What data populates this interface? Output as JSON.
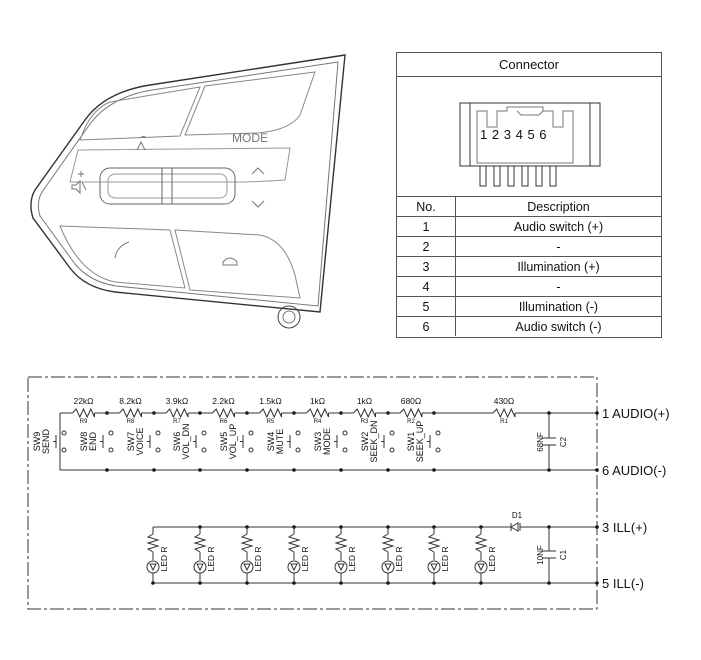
{
  "switch_panel": {
    "labels": {
      "mode": "MODE"
    },
    "icons": [
      "voice-icon",
      "volume-up-icon",
      "mute-icon",
      "seek-up-icon",
      "seek-down-icon",
      "call-send-icon",
      "call-end-icon"
    ]
  },
  "connector": {
    "title": "Connector",
    "pin_numbers": [
      "1",
      "2",
      "3",
      "4",
      "5",
      "6"
    ],
    "table": {
      "headers": [
        "No.",
        "Description"
      ],
      "rows": [
        {
          "no": "1",
          "description": "Audio switch (+)"
        },
        {
          "no": "2",
          "description": "-"
        },
        {
          "no": "3",
          "description": "Illumination (+)"
        },
        {
          "no": "4",
          "description": "-"
        },
        {
          "no": "5",
          "description": "Illumination (-)"
        },
        {
          "no": "6",
          "description": "Audio switch (-)"
        }
      ]
    }
  },
  "schematic": {
    "resistors": [
      {
        "ref": "R9",
        "value": "22kΩ"
      },
      {
        "ref": "R8",
        "value": "8.2kΩ"
      },
      {
        "ref": "R7",
        "value": "3.9kΩ"
      },
      {
        "ref": "R6",
        "value": "2.2kΩ"
      },
      {
        "ref": "R5",
        "value": "1.5kΩ"
      },
      {
        "ref": "R4",
        "value": "1kΩ"
      },
      {
        "ref": "R3",
        "value": "1kΩ"
      },
      {
        "ref": "R2",
        "value": "680Ω"
      },
      {
        "ref": "R1",
        "value": "430Ω"
      }
    ],
    "switches": [
      {
        "ref": "SW9",
        "name": "SEND"
      },
      {
        "ref": "SW8",
        "name": "END"
      },
      {
        "ref": "SW7",
        "name": "VOICE"
      },
      {
        "ref": "SW6",
        "name": "VOL_DN"
      },
      {
        "ref": "SW5",
        "name": "VOL_UP"
      },
      {
        "ref": "SW4",
        "name": "MUTE"
      },
      {
        "ref": "SW3",
        "name": "MODE"
      },
      {
        "ref": "SW2",
        "name": "SEEK_DN"
      },
      {
        "ref": "SW1",
        "name": "SEEK_UP"
      }
    ],
    "capacitors": [
      {
        "ref": "C2",
        "value": "68NF"
      },
      {
        "ref": "C1",
        "value": "10NF"
      }
    ],
    "diode": {
      "ref": "D1"
    },
    "led_label": "LED R",
    "led_count": 8,
    "terminals": [
      {
        "pin": "1",
        "label": "1 AUDIO(+)"
      },
      {
        "pin": "6",
        "label": "6 AUDIO(-)"
      },
      {
        "pin": "3",
        "label": "3 ILL(+)"
      },
      {
        "pin": "5",
        "label": "5 ILL(-)"
      }
    ]
  }
}
